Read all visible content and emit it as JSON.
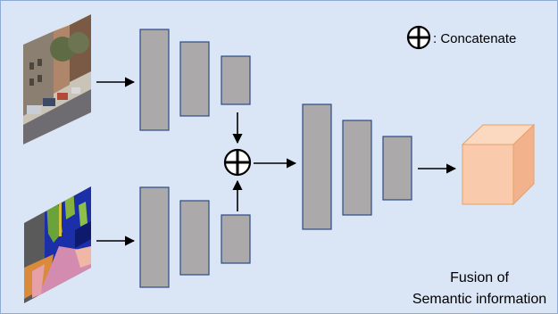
{
  "legend": {
    "symbol": "⊕",
    "label": ": Concatenate"
  },
  "caption": {
    "line1": "Fusion of",
    "line2": "Semantic information"
  },
  "colors": {
    "background": "#dae5f5",
    "frame": "#8eaad6",
    "block_fill": "#aba9a9",
    "block_stroke": "#2c4a86",
    "output_cube_front": "#f9cbac",
    "output_cube_top": "#fbd9c0",
    "output_cube_side": "#f2b38c",
    "output_cube_stroke": "#e8a06a"
  },
  "icons": {
    "input_photo": "street-scene-photo",
    "input_segmentation": "semantic-segmentation-map",
    "concat": "circled-plus-icon",
    "output": "cube-icon"
  }
}
